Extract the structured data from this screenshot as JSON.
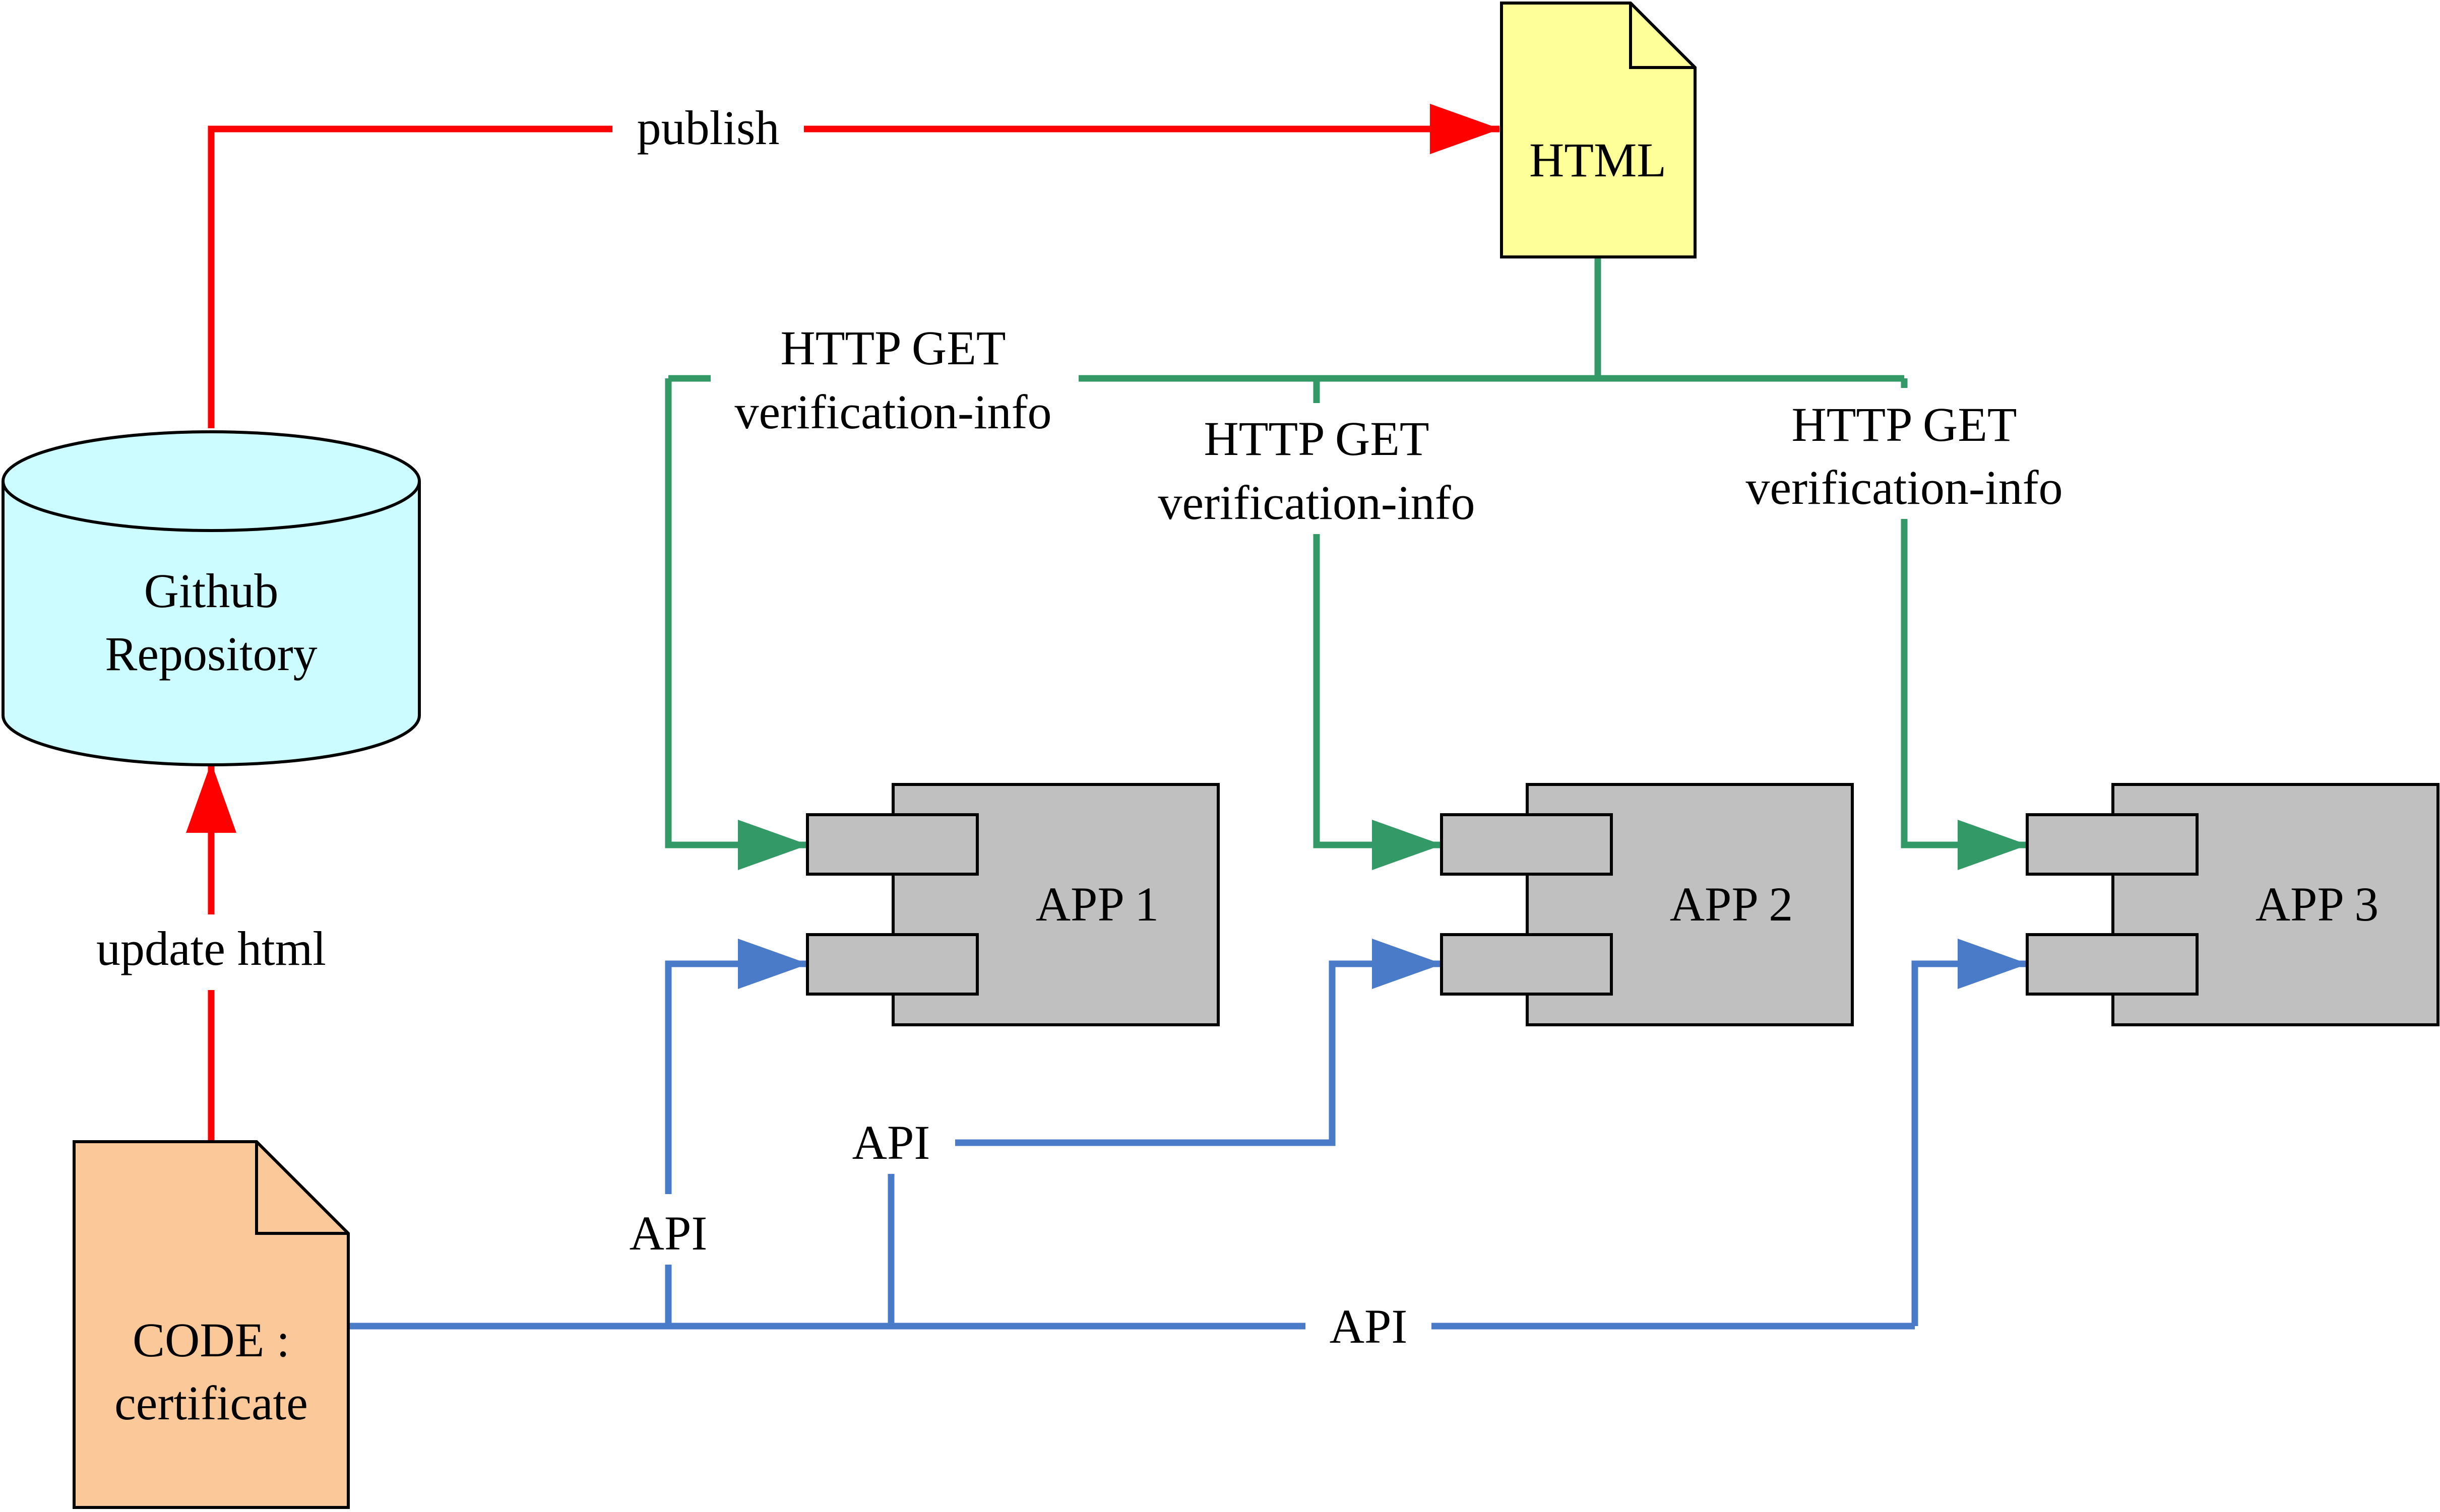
{
  "colors": {
    "red": "#ff0000",
    "green": "#339966",
    "blue": "#4a7bc8",
    "cylinder_fill": "#ccfcff",
    "html_doc_fill": "#ffff99",
    "code_doc_fill": "#fbc999",
    "app_fill": "#c0c0c0",
    "outline": "#000000"
  },
  "nodes": {
    "github_repo": {
      "line1": "Github",
      "line2": "Repository",
      "shape": "cylinder"
    },
    "html_doc": {
      "label": "HTML",
      "shape": "document"
    },
    "code_doc": {
      "line1": "CODE :",
      "line2": "certificate",
      "shape": "document"
    },
    "apps": [
      {
        "label": "APP 1",
        "shape": "component"
      },
      {
        "label": "APP 2",
        "shape": "component"
      },
      {
        "label": "APP 3",
        "shape": "component"
      }
    ]
  },
  "edges": {
    "publish": {
      "label": "publish",
      "from": "Github Repository",
      "to": "HTML"
    },
    "update_html": {
      "label": "update html",
      "from": "CODE : certificate",
      "to": "Github Repository"
    },
    "http_get": [
      {
        "line1": "HTTP GET",
        "line2": "verification-info",
        "to": "APP 1"
      },
      {
        "line1": "HTTP GET",
        "line2": "verification-info",
        "to": "APP 2"
      },
      {
        "line1": "HTTP GET",
        "line2": "verification-info",
        "to": "APP 3"
      }
    ],
    "api": [
      {
        "label": "API",
        "to": "APP 1"
      },
      {
        "label": "API",
        "to": "APP 2"
      },
      {
        "label": "API",
        "to": "APP 3"
      }
    ]
  }
}
